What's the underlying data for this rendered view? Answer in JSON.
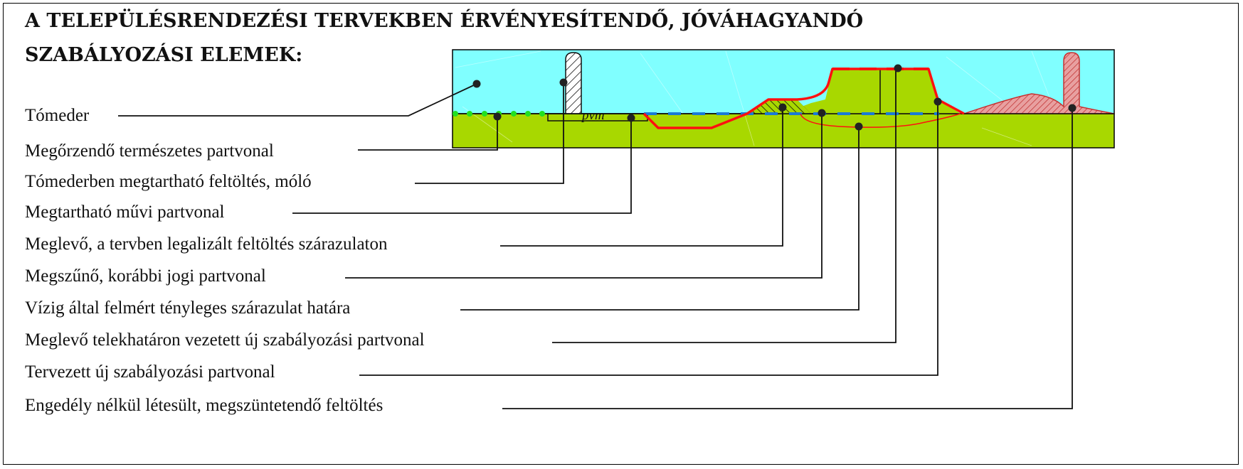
{
  "diagram": {
    "title_line1": "A TELEPÜLÉSRENDEZÉSI TERVEKBEN ÉRVÉNYESÍTENDŐ, JÓVÁHAGYANDÓ",
    "title_line2": "SZABÁLYOZÁSI ELEMEK:",
    "section_label": "pvm",
    "legend": [
      "Tómeder",
      "Megőrzendő természetes partvonal",
      "Tómederben megtartható feltöltés, móló",
      "Megtartható művi partvonal",
      "Meglevő, a tervben legalizált feltöltés szárazulaton",
      "Megszűnő, korábbi jogi partvonal",
      "Vízig által felmért tényleges szárazulat határa",
      "Meglevő telekhatáron vezetett új szabályozási partvonal",
      "Tervezett új szabályozási partvonal",
      "Engedély nélkül létesült, megszüntetendő feltöltés"
    ]
  },
  "colors": {
    "water": "#80ffff",
    "land": "#a8d800",
    "red_line": "#ff1010",
    "blue_dash": "#1a7ad8",
    "green_dots": "#22e022",
    "hatch_fill": "#e8a0a0"
  }
}
